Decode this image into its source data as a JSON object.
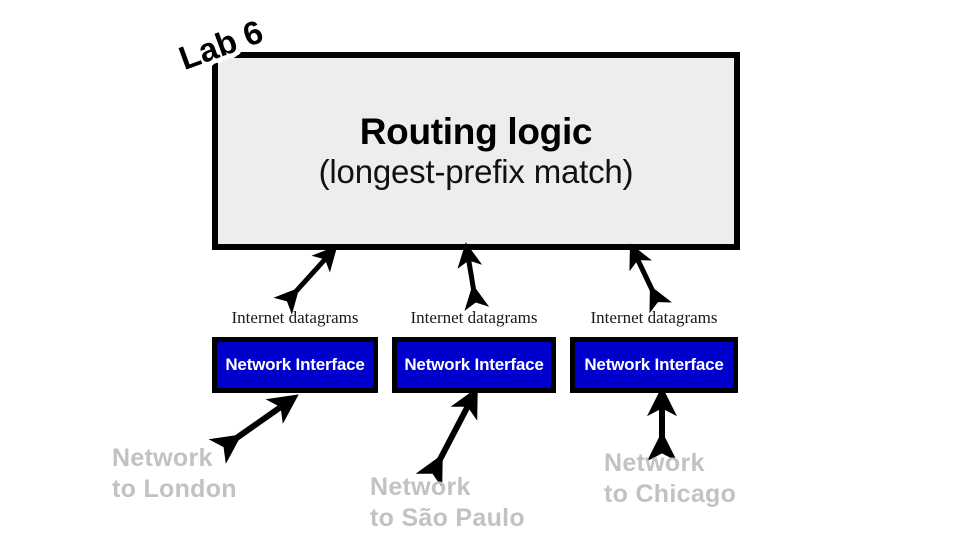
{
  "diagram": {
    "title": "Lab 6 router diagram",
    "background_color": "#ffffff",
    "badge": {
      "label": "Lab 6",
      "rotation_degrees": -20,
      "color": "#000000",
      "halo_color": "#ffffff"
    },
    "router_box": {
      "title": "Routing logic",
      "subtitle": "(longest-prefix match)",
      "fill_color": "#ededed",
      "border_color": "#000000"
    },
    "link_caption": "Internet datagrams",
    "interfaces": [
      {
        "caption": "Internet datagrams",
        "box_label": "Network Interface",
        "network_label_line1": "Network",
        "network_label_line2": "to London",
        "fill_color": "#0000cc",
        "text_color": "#ffffff",
        "network_label_color": "#c2c2c2"
      },
      {
        "caption": "Internet datagrams",
        "box_label": "Network Interface",
        "network_label_line1": "Network",
        "network_label_line2": "to São Paulo",
        "fill_color": "#0000cc",
        "text_color": "#ffffff",
        "network_label_color": "#c2c2c2"
      },
      {
        "caption": "Internet datagrams",
        "box_label": "Network Interface",
        "network_label_line1": "Network",
        "network_label_line2": "to Chicago",
        "fill_color": "#0000cc",
        "text_color": "#ffffff",
        "network_label_color": "#c2c2c2"
      }
    ],
    "arrows": {
      "upper_count": 3,
      "lower_count": 3,
      "style": "double-headed",
      "color": "#000000"
    }
  }
}
